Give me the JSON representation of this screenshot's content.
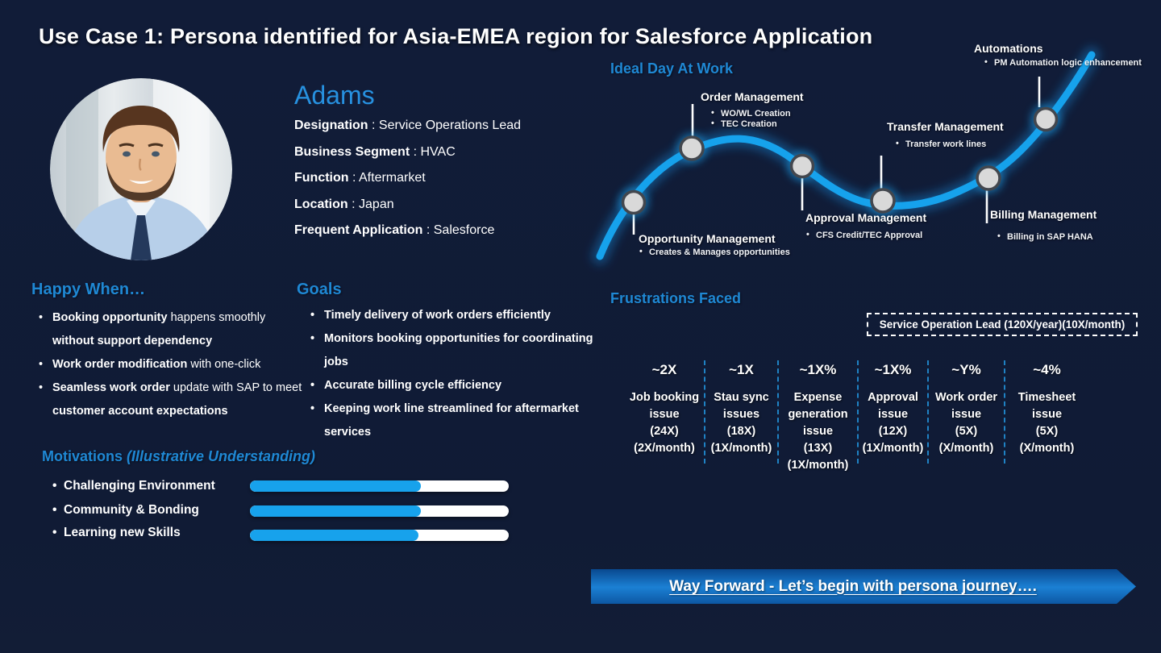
{
  "slide": {
    "title": "Use Case 1: Persona identified for Asia-EMEA region for Salesforce Application"
  },
  "persona": {
    "name": "Adams",
    "sep": " : ",
    "details": [
      {
        "label": "Designation",
        "value": "Service Operations Lead"
      },
      {
        "label": "Business Segment",
        "value": "HVAC"
      },
      {
        "label": "Function",
        "value": "Aftermarket"
      },
      {
        "label": "Location",
        "value": "Japan"
      },
      {
        "label": "Frequent Application",
        "value": "Salesforce"
      }
    ]
  },
  "journey": {
    "title": "Ideal Day At Work",
    "items": [
      {
        "title": "Opportunity Management",
        "bullets": [
          "Creates & Manages opportunities"
        ]
      },
      {
        "title": "Order Management",
        "bullets": [
          "WO/WL Creation",
          "TEC Creation"
        ]
      },
      {
        "title": "Approval Management",
        "bullets": [
          "CFS Credit/TEC Approval"
        ]
      },
      {
        "title": "Transfer Management",
        "bullets": [
          "Transfer work lines"
        ]
      },
      {
        "title": "Billing Management",
        "bullets": [
          "Billing in SAP HANA"
        ]
      },
      {
        "title": "Automations",
        "bullets": [
          "PM Automation logic enhancement"
        ]
      }
    ]
  },
  "happy_when": {
    "title": "Happy When…",
    "bullets": [
      {
        "b1": "Booking opportunity",
        "r1": " happens smoothly",
        "b2": "without support dependency"
      },
      {
        "b1": "Work order modification",
        "r1": " with one-click",
        "b2": ""
      },
      {
        "b1": "Seamless work order",
        "r1": " update with SAP to meet",
        "b2": "customer account expectations"
      }
    ]
  },
  "goals": {
    "title": "Goals",
    "bullets": [
      "Timely delivery of work orders efficiently",
      "Monitors booking opportunities for coordinating jobs",
      "Accurate billing cycle efficiency",
      "Keeping work line streamlined for aftermarket\nservices"
    ]
  },
  "motivations": {
    "title": "Motivations",
    "subtitle": " (Illustrative Understanding)",
    "items": [
      {
        "label": "Challenging Environment",
        "fill": 66
      },
      {
        "label": "Community & Bonding",
        "fill": 66
      },
      {
        "label": "Learning new Skills",
        "fill": 65
      }
    ]
  },
  "frustrations": {
    "title": "Frustrations Faced",
    "badge": "Service Operation Lead (120X/year)(10X/month)",
    "columns": [
      {
        "headline": "~2X",
        "detail": "Job booking\nissue\n(24X)\n(2X/month)"
      },
      {
        "headline": "~1X",
        "detail": "Stau sync\nissues\n(18X)\n(1X/month)"
      },
      {
        "headline": "~1X%",
        "detail": "Expense\ngeneration\nissue\n(13X)\n(1X/month)"
      },
      {
        "headline": "~1X%",
        "detail": "Approval\nissue\n(12X)\n(1X/month)"
      },
      {
        "headline": "~Y%",
        "detail": "Work order\nissue\n(5X)\n(X/month)"
      },
      {
        "headline": "~4%",
        "detail": "Timesheet\nissue\n(5X)\n(X/month)"
      }
    ]
  },
  "way_forward": {
    "label": "Way Forward - Let’s begin with persona journey…."
  },
  "colors": {
    "background": "#101b35",
    "accent_heading": "#1f88d4",
    "curve": "#16a2ec",
    "bar_fill": "#17a2ec",
    "node_fill": "#d9d9d9"
  }
}
